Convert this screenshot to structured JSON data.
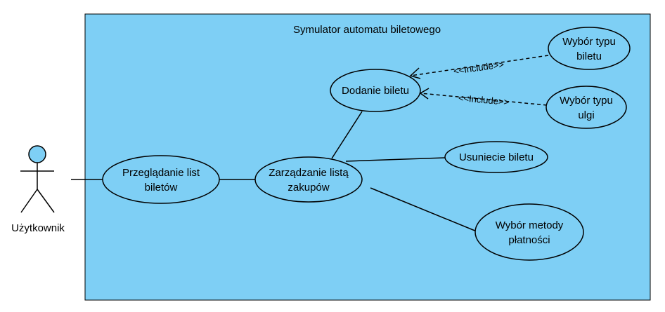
{
  "system": {
    "title": "Symulator automatu biletowego",
    "fill_color": "#7ecff5",
    "border_color": "#000000"
  },
  "actor": {
    "name": "Użytkownik",
    "head_color": "#7ecff5"
  },
  "use_cases": {
    "browse": {
      "line1": "Przeglądanie list",
      "line2": "biletów"
    },
    "manage": {
      "line1": "Zarządzanie listą",
      "line2": "zakupów"
    },
    "add": {
      "line1": "Dodanie biletu"
    },
    "remove": {
      "line1": "Usuniecie biletu"
    },
    "payment": {
      "line1": "Wybór metody",
      "line2": "płatności"
    },
    "ticket_type": {
      "line1": "Wybór typu",
      "line2": "biletu"
    },
    "discount": {
      "line1": "Wybór typu",
      "line2": "ulgi"
    }
  },
  "relations": {
    "include_1": "<<Include>>",
    "include_2": "<<Include>>"
  }
}
